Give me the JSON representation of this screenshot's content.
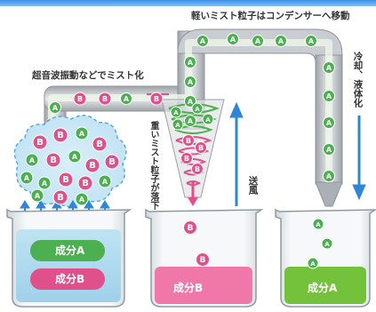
{
  "labels": {
    "top_caption": "軽いミスト粒子はコンデンサーへ移動",
    "left_caption": "超音波振動などでミスト化",
    "falling_caption": "重いミスト粒子が落下",
    "airflow_caption": "送風",
    "cooling_caption": "冷却、液体化"
  },
  "particles": {
    "a": "A",
    "b": "B"
  },
  "beakers": {
    "left": {
      "layer_top": "成分A",
      "layer_bottom": "成分B"
    },
    "middle": {
      "liquid": "成分B"
    },
    "right": {
      "liquid": "成分A"
    }
  },
  "colors": {
    "particle_a": "#4caf50",
    "particle_b": "#e0508a",
    "liquid_b": "#f078a8",
    "liquid_a": "#74c13c",
    "arrow_blue": "#2f86d6",
    "pipe_gray": "#b8bcc0"
  }
}
